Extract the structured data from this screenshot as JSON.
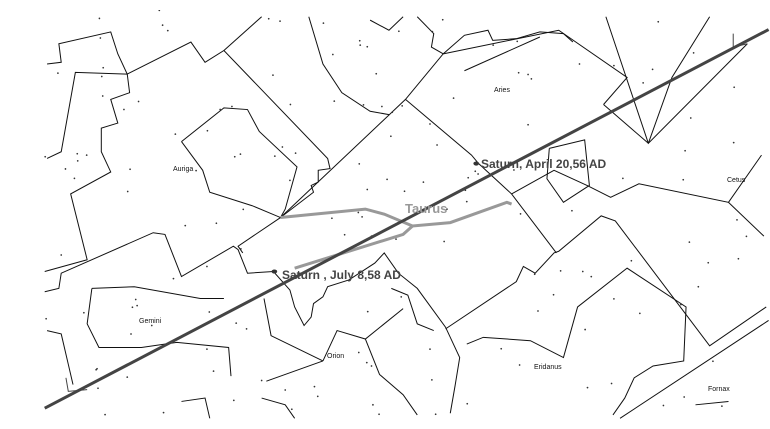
{
  "colors": {
    "ecliptic": "#444444",
    "boundary": "#111111",
    "path": "#999999"
  },
  "labels": {
    "aries": "Aries",
    "auriga": "Auriga",
    "cetus": "Cetus",
    "taurus": "Taurus",
    "gemini": "Gemini",
    "orion": "Orion",
    "eridanus": "Eridanus",
    "fornax": "Fornax"
  },
  "events": {
    "saturn_april": "Saturn, April 20,56 AD",
    "saturn_july": "Saturn , July 8,58 AD"
  }
}
